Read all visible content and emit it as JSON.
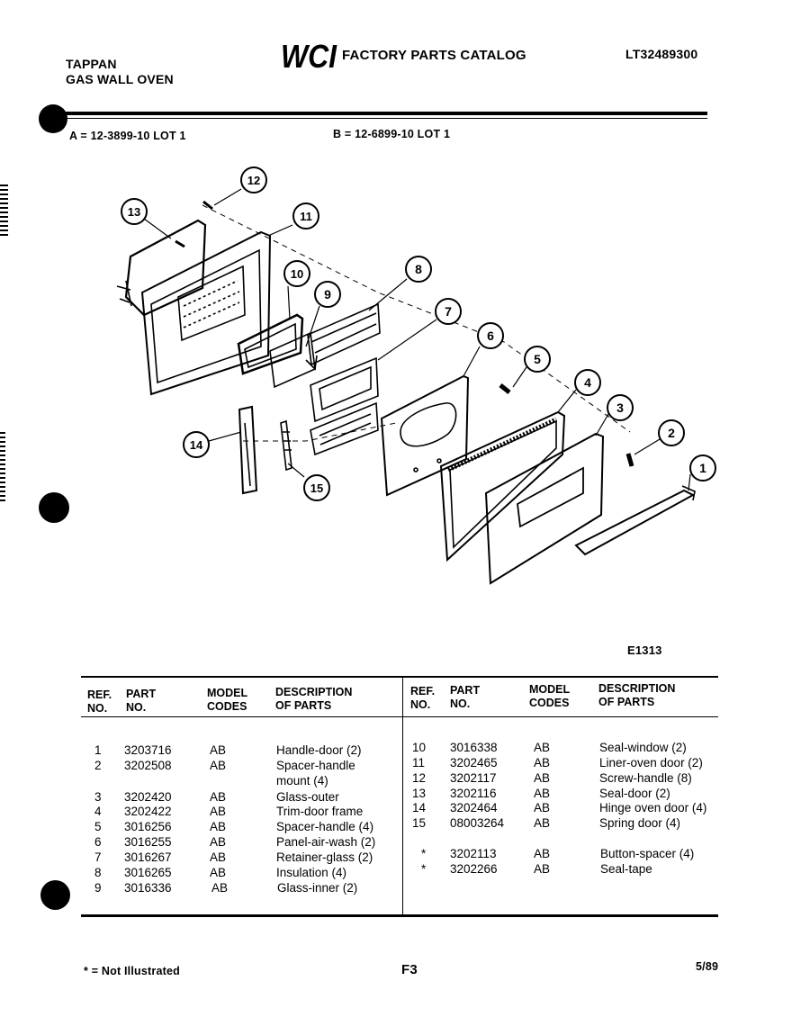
{
  "header": {
    "brand": "TAPPAN",
    "product": "GAS WALL OVEN",
    "logo_text": "WCI",
    "catalog_title": "FACTORY PARTS CATALOG",
    "catalog_number": "LT32489300"
  },
  "models": {
    "a": "A = 12-3899-10 LOT 1",
    "b": "B = 12-6899-10 LOT 1"
  },
  "diagram": {
    "figure_id": "E1313",
    "callouts": [
      "1",
      "2",
      "3",
      "4",
      "5",
      "6",
      "7",
      "8",
      "9",
      "10",
      "11",
      "12",
      "13",
      "14",
      "15"
    ]
  },
  "table": {
    "headers": {
      "ref": [
        "REF.",
        "NO."
      ],
      "part": [
        "PART",
        "NO."
      ],
      "model": [
        "MODEL",
        "CODES"
      ],
      "desc": [
        "DESCRIPTION",
        "OF PARTS"
      ]
    },
    "left_rows": [
      {
        "ref": "1",
        "part": "3203716",
        "code": "AB",
        "desc": "Handle-door (2)"
      },
      {
        "ref": "2",
        "part": "3202508",
        "code": "AB",
        "desc": "Spacer-handle",
        "desc2": "mount (4)"
      },
      {
        "ref": "3",
        "part": "3202420",
        "code": "AB",
        "desc": "Glass-outer"
      },
      {
        "ref": "4",
        "part": "3202422",
        "code": "AB",
        "desc": "Trim-door frame"
      },
      {
        "ref": "5",
        "part": "3016256",
        "code": "AB",
        "desc": "Spacer-handle (4)"
      },
      {
        "ref": "6",
        "part": "3016255",
        "code": "AB",
        "desc": "Panel-air-wash (2)"
      },
      {
        "ref": "7",
        "part": "3016267",
        "code": "AB",
        "desc": "Retainer-glass (2)"
      },
      {
        "ref": "8",
        "part": "3016265",
        "code": "AB",
        "desc": "Insulation (4)"
      },
      {
        "ref": "9",
        "part": "3016336",
        "code": "AB",
        "desc": "Glass-inner (2)"
      }
    ],
    "right_rows": [
      {
        "ref": "10",
        "part": "3016338",
        "code": "AB",
        "desc": "Seal-window (2)"
      },
      {
        "ref": "11",
        "part": "3202465",
        "code": "AB",
        "desc": "Liner-oven door (2)"
      },
      {
        "ref": "12",
        "part": "3202117",
        "code": "AB",
        "desc": "Screw-handle (8)"
      },
      {
        "ref": "13",
        "part": "3202116",
        "code": "AB",
        "desc": "Seal-door (2)"
      },
      {
        "ref": "14",
        "part": "3202464",
        "code": "AB",
        "desc": "Hinge oven door (4)"
      },
      {
        "ref": "15",
        "part": "08003264",
        "code": "AB",
        "desc": "Spring door (4)"
      },
      {
        "ref": "*",
        "part": "3202113",
        "code": "AB",
        "desc": "Button-spacer (4)"
      },
      {
        "ref": "*",
        "part": "3202266",
        "code": "AB",
        "desc": "Seal-tape"
      }
    ]
  },
  "footer": {
    "note": "* = Not Illustrated",
    "page": "F3",
    "date": "5/89"
  }
}
